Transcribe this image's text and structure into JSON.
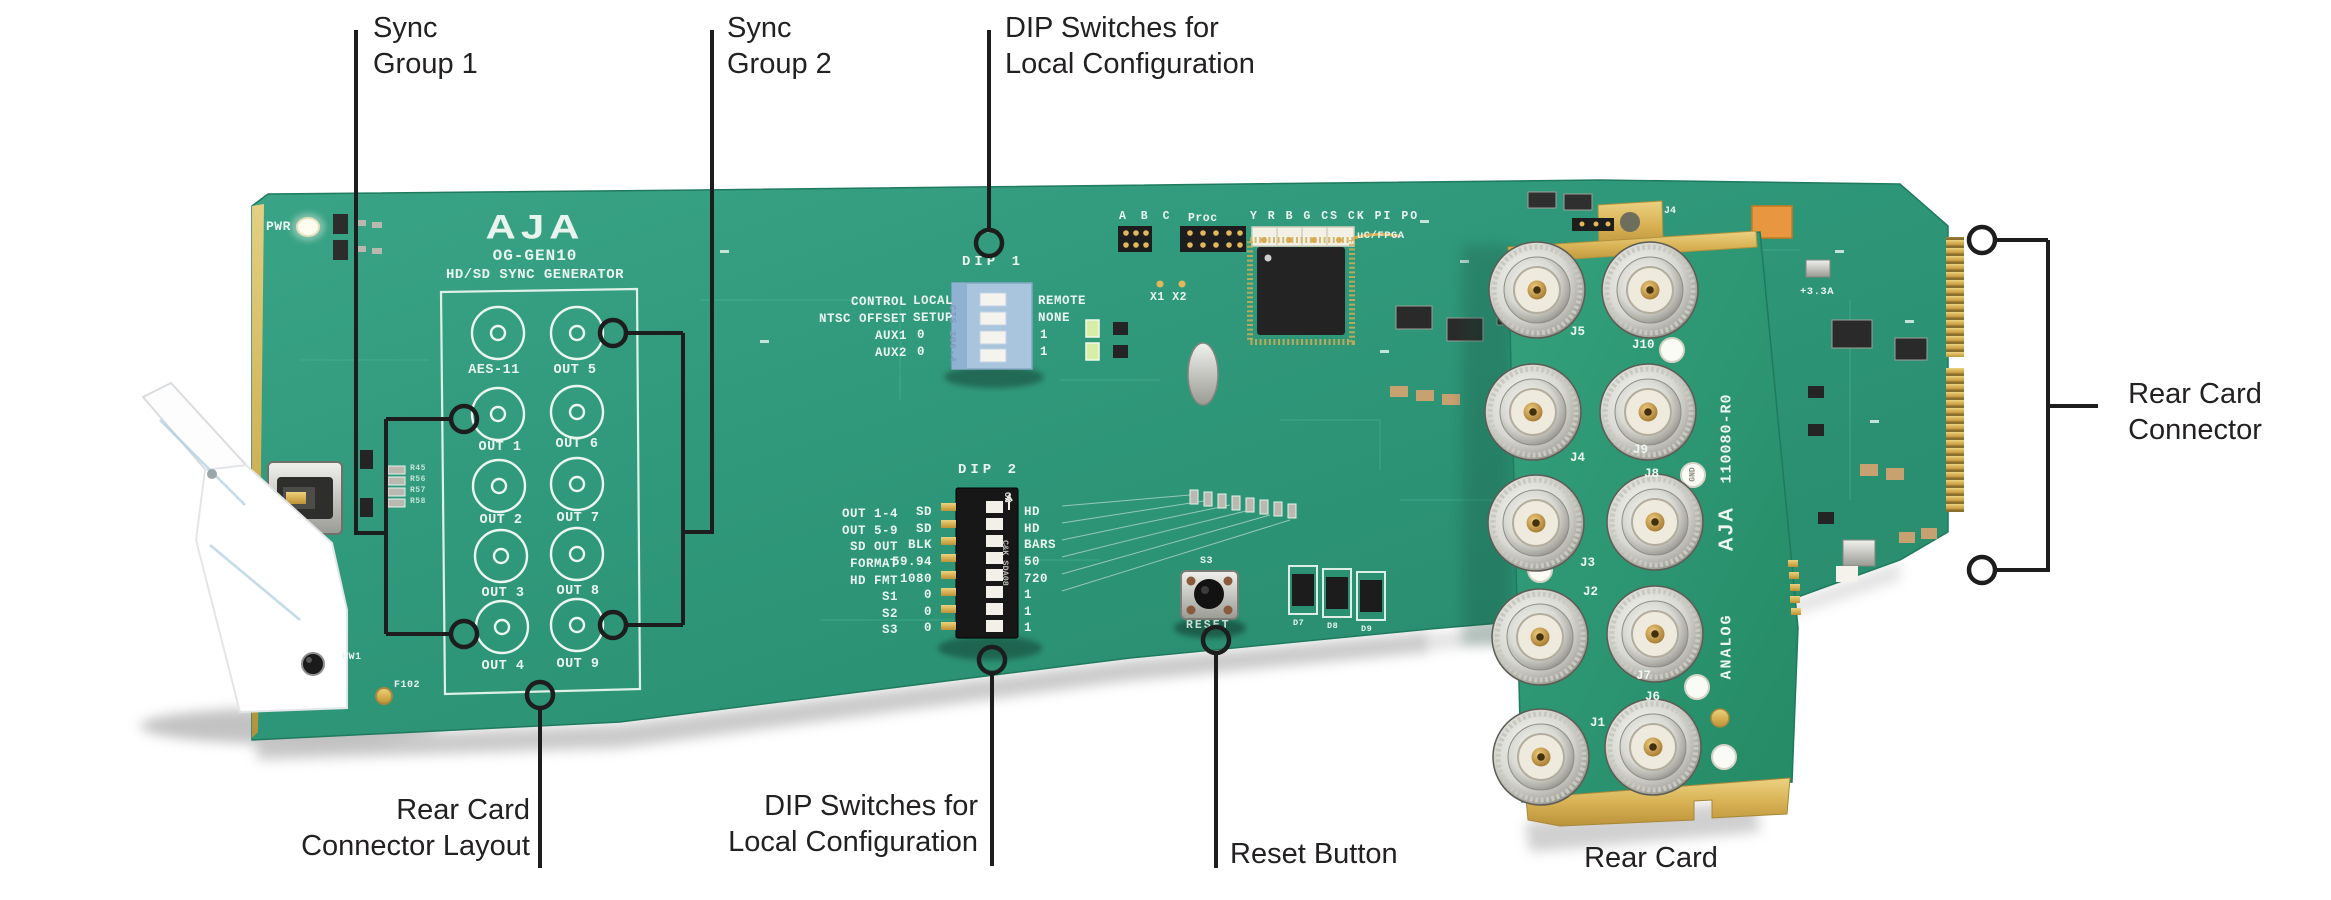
{
  "colors": {
    "board_green": "#2f997b",
    "gold": "#d8b254",
    "callout_ink": "#232021",
    "dip1_blue": "#a9c4dd"
  },
  "callouts": {
    "sync_group_1": {
      "line1": "Sync",
      "line2": "Group 1"
    },
    "sync_group_2": {
      "line1": "Sync",
      "line2": "Group 2"
    },
    "dip_switches_top": {
      "line1": "DIP Switches for",
      "line2": "Local Configuration"
    },
    "rear_card_connector": {
      "line1": "Rear Card",
      "line2": "Connector"
    },
    "rear_card_connector_layout": {
      "line1": "Rear Card",
      "line2": "Connector Layout"
    },
    "dip_switches_bottom": {
      "line1": "DIP Switches for",
      "line2": "Local Configuration"
    },
    "reset_button": {
      "label": "Reset Button"
    },
    "rear_card": {
      "label": "Rear Card"
    }
  },
  "board": {
    "pwr_label": "PWR",
    "brand": "AJA",
    "model": "OG-GEN10",
    "subtitle": "HD/SD SYNC GENERATOR",
    "layout_labels": [
      "AES-11",
      "OUT 5",
      "OUT 1",
      "OUT 6",
      "OUT 2",
      "OUT 7",
      "OUT 3",
      "OUT 8",
      "OUT 4",
      "OUT 9"
    ],
    "dip1": {
      "title": "DIP 1",
      "chip_text": "CTS 206-4",
      "rows": [
        [
          "CONTROL",
          "LOCAL",
          "REMOTE"
        ],
        [
          "NTSC OFFSET",
          "SETUP",
          "NONE"
        ],
        [
          "AUX1",
          "0",
          "1"
        ],
        [
          "AUX2",
          "0",
          "1"
        ]
      ]
    },
    "dip2": {
      "title": "DIP 2",
      "on_label": "ON",
      "chip_text": "C&K SDA08",
      "rows": [
        [
          "OUT 1-4",
          "SD",
          "HD"
        ],
        [
          "OUT 5-9",
          "SD",
          "HD"
        ],
        [
          "SD OUT",
          "BLK",
          "BARS"
        ],
        [
          "FORMAT",
          "59.94",
          "50"
        ],
        [
          "HD FMT",
          "1080",
          "720"
        ],
        [
          "S1",
          "0",
          "1"
        ],
        [
          "S2",
          "0",
          "1"
        ],
        [
          "S3",
          "0",
          "1"
        ]
      ]
    },
    "top_silk": {
      "abc": "A B C",
      "proc": "Proc",
      "signals": "Y R B G CS CK PI PO",
      "fpga": "uC/FPGA",
      "xtal": "X1  X2"
    },
    "reset": {
      "designator": "S3",
      "label": "RESET"
    },
    "misc": {
      "hw1": "HW1",
      "fuse": "F102",
      "power": "+3.3A",
      "d7": "D7",
      "d8": "D8",
      "d9": "D9"
    },
    "resistor_labels": [
      "R45",
      "R56",
      "R57",
      "R58"
    ]
  },
  "rear_card": {
    "bnc_labels_left": [
      "J5",
      "J4",
      "J3",
      "J2",
      "J1"
    ],
    "bnc_labels_right": [
      "J10",
      "J9",
      "J8",
      "J7",
      "J6"
    ],
    "part_number": "110080-R0",
    "brand": "AJA",
    "side_label": "ANALOG",
    "gnd_label": "GND",
    "top_connector": "J4"
  }
}
